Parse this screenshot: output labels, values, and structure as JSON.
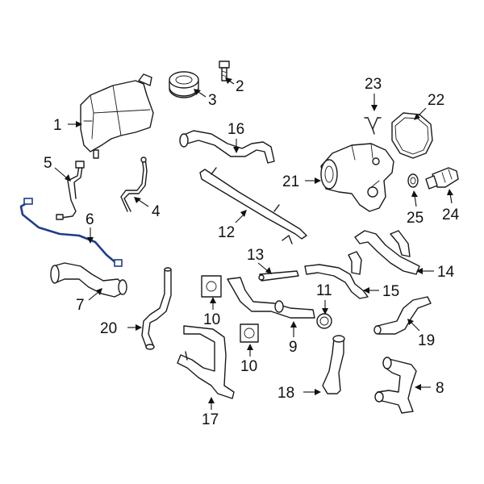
{
  "callouts": [
    {
      "id": "c1",
      "text": "1"
    },
    {
      "id": "c2",
      "text": "2"
    },
    {
      "id": "c3",
      "text": "3"
    },
    {
      "id": "c4",
      "text": "4"
    },
    {
      "id": "c5",
      "text": "5"
    },
    {
      "id": "c6",
      "text": "6"
    },
    {
      "id": "c7",
      "text": "7"
    },
    {
      "id": "c8",
      "text": "8"
    },
    {
      "id": "c9",
      "text": "9"
    },
    {
      "id": "c10a",
      "text": "10"
    },
    {
      "id": "c10b",
      "text": "10"
    },
    {
      "id": "c11",
      "text": "11"
    },
    {
      "id": "c12",
      "text": "12"
    },
    {
      "id": "c13",
      "text": "13"
    },
    {
      "id": "c14",
      "text": "14"
    },
    {
      "id": "c15",
      "text": "15"
    },
    {
      "id": "c16",
      "text": "16"
    },
    {
      "id": "c17",
      "text": "17"
    },
    {
      "id": "c18",
      "text": "18"
    },
    {
      "id": "c19",
      "text": "19"
    },
    {
      "id": "c20",
      "text": "20"
    },
    {
      "id": "c21",
      "text": "21"
    },
    {
      "id": "c22",
      "text": "22"
    },
    {
      "id": "c23",
      "text": "23"
    },
    {
      "id": "c24",
      "text": "24"
    },
    {
      "id": "c25",
      "text": "25"
    }
  ],
  "colors": {
    "line": "#1a1a1a",
    "highlight": "#1f3d8c",
    "background": "#ffffff"
  }
}
